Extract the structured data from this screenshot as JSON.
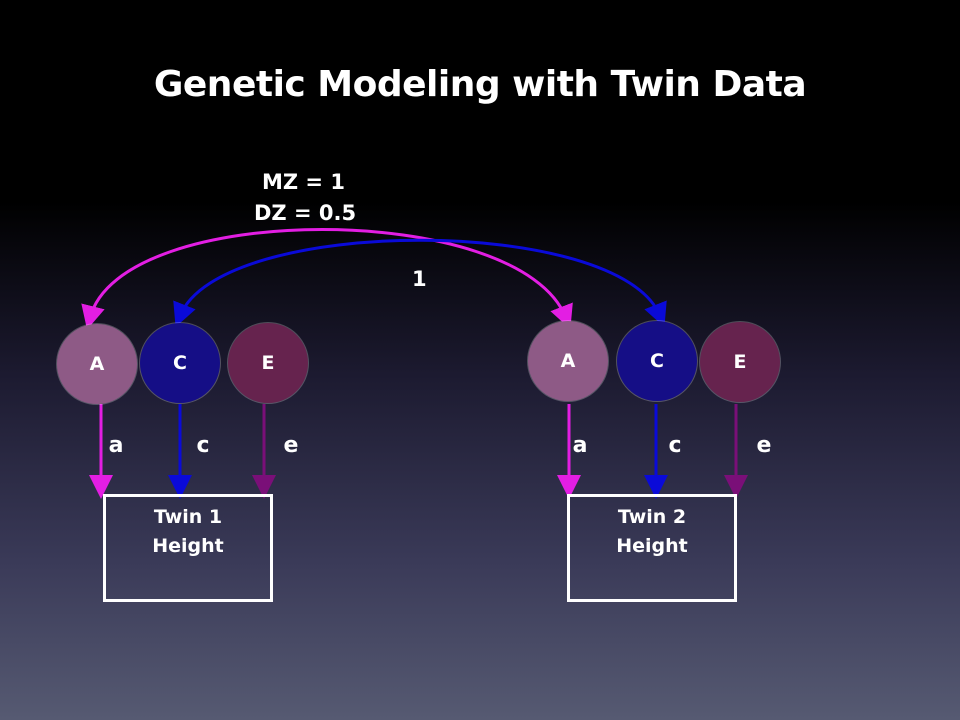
{
  "title": "Genetic Modeling with Twin Data",
  "correlations": {
    "mz_label": "MZ = 1",
    "dz_label": "DZ = 0.5",
    "c_label": "1"
  },
  "twin1": {
    "factors": {
      "a": "A",
      "c": "C",
      "e": "E"
    },
    "paths": {
      "a": "a",
      "c": "c",
      "e": "e"
    },
    "box": {
      "line1": "Twin 1",
      "line2": "Height"
    }
  },
  "twin2": {
    "factors": {
      "a": "A",
      "c": "C",
      "e": "E"
    },
    "paths": {
      "a": "a",
      "c": "c",
      "e": "e"
    },
    "box": {
      "line1": "Twin 2",
      "line2": "Height"
    }
  },
  "colors": {
    "a_path": "#e31ee3",
    "c_path": "#0a0ad8",
    "e_path": "#7a0f78",
    "a_factor": "#8e5a86",
    "c_factor": "#150e86",
    "e_factor": "#66234e"
  }
}
